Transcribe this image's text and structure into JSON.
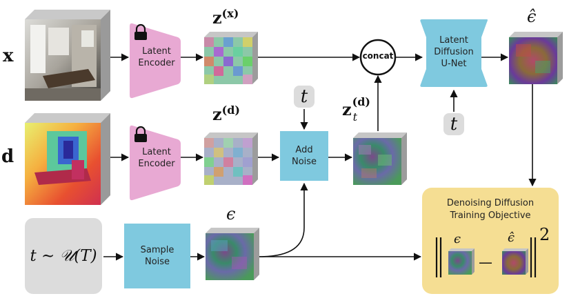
{
  "inputs": {
    "x_label": "x",
    "d_label": "d",
    "t_sample_label": "t ∼ 𝒰(T)"
  },
  "encoder": {
    "top_line1": "Latent",
    "top_line2": "Encoder",
    "bottom_line1": "Latent",
    "bottom_line2": "Encoder"
  },
  "latents": {
    "zx": "z",
    "zx_sup": "(x)",
    "zd": "z",
    "zd_sup": "(d)",
    "ztd": "z",
    "ztd_sub": "t",
    "ztd_sup": "(d)",
    "eps": "ϵ",
    "eps_hat": "ϵ̂"
  },
  "nodes": {
    "concat": "concat",
    "add_noise_line1": "Add",
    "add_noise_line2": "Noise",
    "sample_noise_line1": "Sample",
    "sample_noise_line2": "Noise",
    "unet_line1": "Latent",
    "unet_line2": "Diffusion",
    "unet_line3": "U-Net",
    "t_top": "t",
    "t_unet": "t"
  },
  "objective": {
    "title_line1": "Denoising Diffusion",
    "title_line2": "Training Objective",
    "eps": "ϵ",
    "minus": "—",
    "eps_hat": "ϵ̂",
    "power": "2"
  },
  "colors": {
    "encoder_pink": "#e8a9d3",
    "node_blue": "#7fc9df",
    "objective_yellow": "#f5de93",
    "badge_gray": "#dcdcdc"
  }
}
